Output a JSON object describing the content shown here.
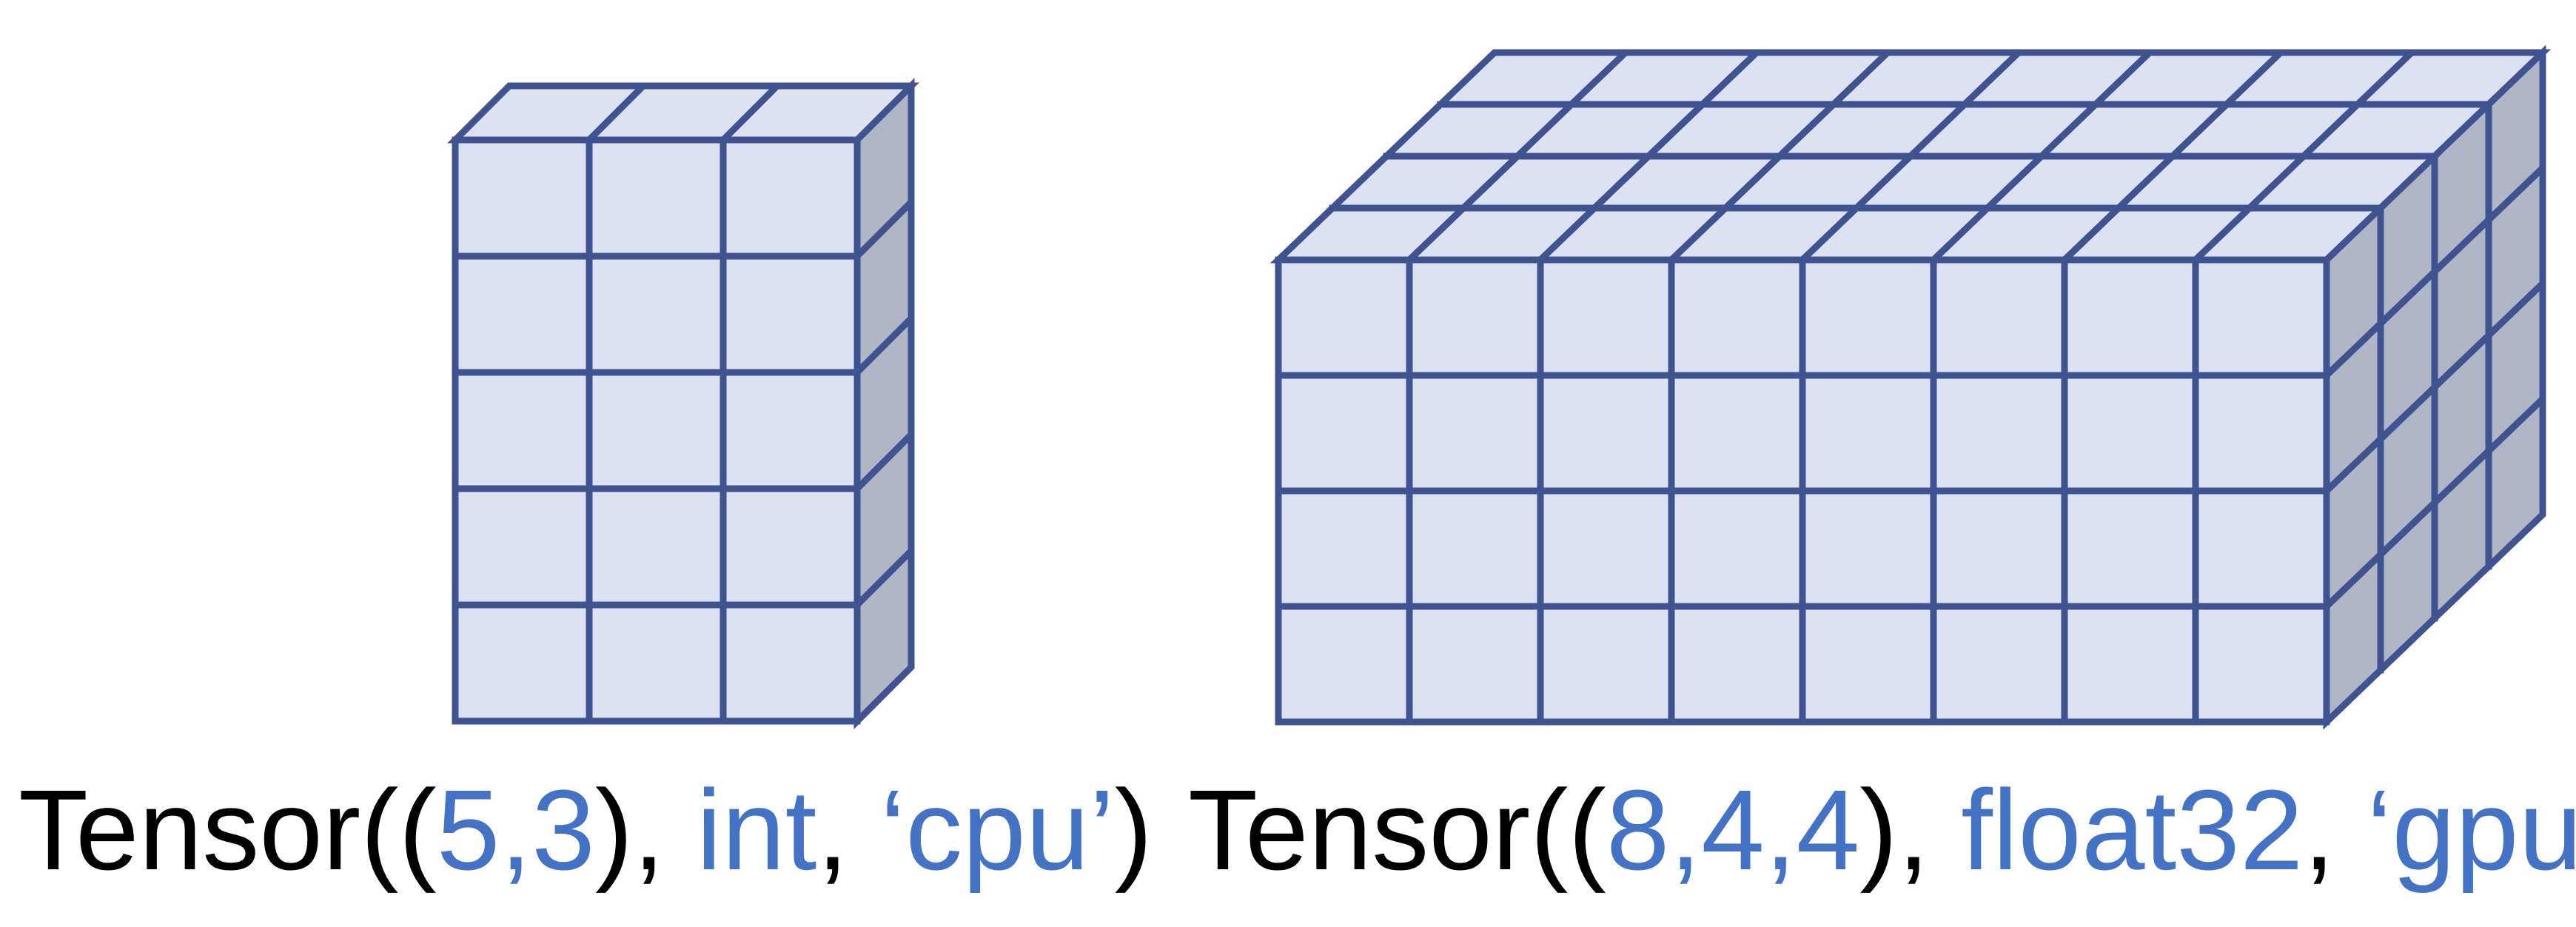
{
  "colors": {
    "front": "#dde2f2",
    "top": "#dde2f2",
    "side": "#b1b6c6",
    "stroke": "#3f5391",
    "caption_text": "#000000",
    "caption_accent": "#4472c4"
  },
  "tensors": [
    {
      "name": "tensor-5x3",
      "shape": [
        5,
        3
      ],
      "columns": 3,
      "rows": 5,
      "layers": 1,
      "caption": [
        {
          "text": "Tensor((",
          "accent": false
        },
        {
          "text": "5,3",
          "accent": true
        },
        {
          "text": "), ",
          "accent": false
        },
        {
          "text": "int",
          "accent": true
        },
        {
          "text": ", ",
          "accent": false
        },
        {
          "text": "‘cpu’",
          "accent": true
        },
        {
          "text": ")",
          "accent": false
        }
      ]
    },
    {
      "name": "tensor-8x4x4",
      "shape": [
        8,
        4,
        4
      ],
      "columns": 8,
      "rows": 4,
      "layers": 4,
      "caption": [
        {
          "text": "Tensor((",
          "accent": false
        },
        {
          "text": "8,4,4",
          "accent": true
        },
        {
          "text": "), ",
          "accent": false
        },
        {
          "text": "float32",
          "accent": true
        },
        {
          "text": ", ",
          "accent": false
        },
        {
          "text": "‘gpu’",
          "accent": true
        },
        {
          "text": ")",
          "accent": false
        }
      ]
    }
  ]
}
